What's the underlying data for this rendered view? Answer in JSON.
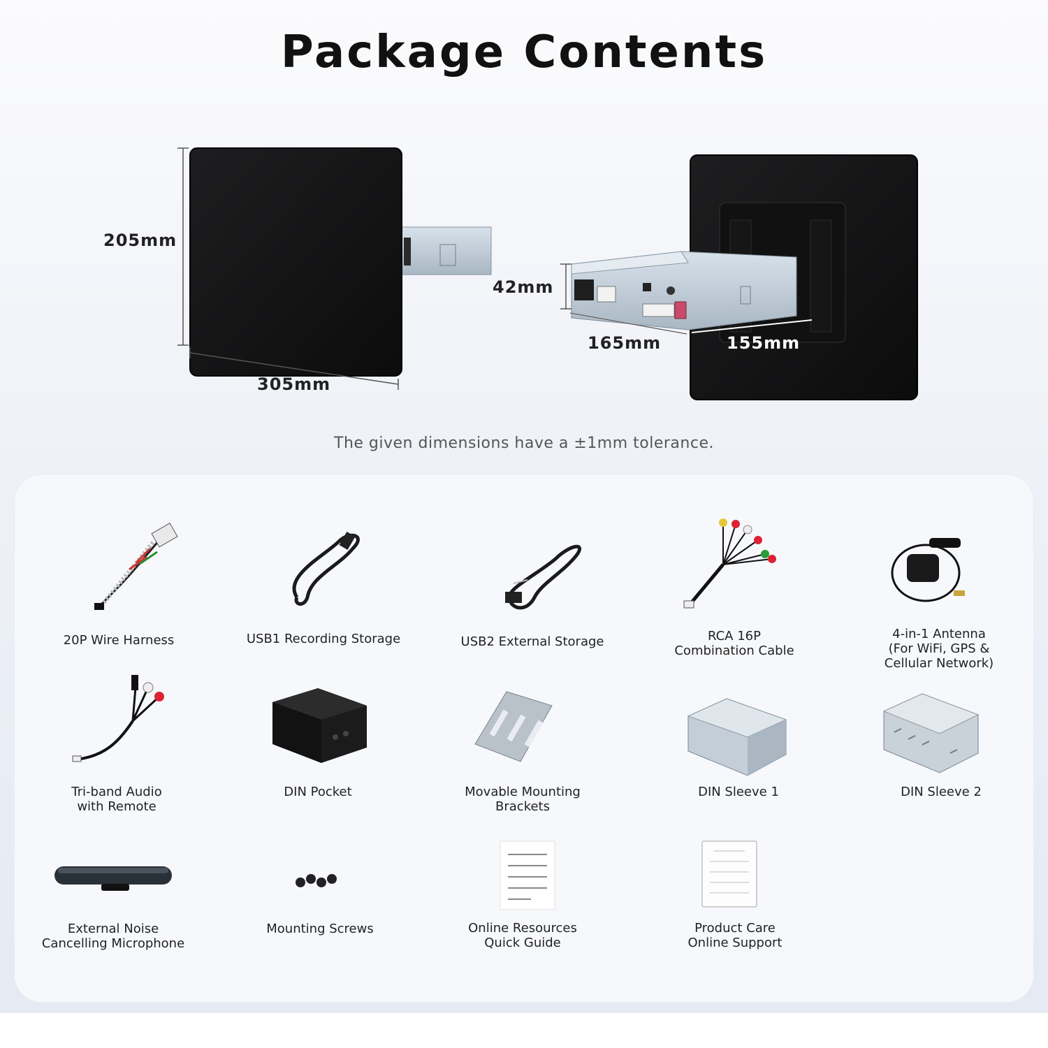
{
  "title": "Package Contents",
  "dimensions": {
    "height": "205mm",
    "width": "305mm",
    "depth_total": "165mm",
    "depth_chassis": "155mm",
    "chassis_height": "42mm"
  },
  "tolerance_note": "The given dimensions have a ±1mm tolerance.",
  "items": [
    {
      "label": "20P Wire Harness",
      "icon": "wire-harness"
    },
    {
      "label": "USB1 Recording Storage",
      "icon": "usb-cable"
    },
    {
      "label": "USB2 External Storage",
      "icon": "usb-cable"
    },
    {
      "label": "RCA 16P Combination Cable",
      "lines": [
        "RCA 16P",
        "Combination Cable"
      ],
      "icon": "rca-cable"
    },
    {
      "label": "4-in-1 Antenna (For WiFi, GPS & Cellular Network)",
      "lines": [
        "4-in-1 Antenna",
        "(For WiFi, GPS &",
        "Cellular Network)"
      ],
      "icon": "antenna"
    },
    {
      "label": "Tri-band Audio with Remote",
      "lines": [
        "Tri-band Audio",
        "with Remote"
      ],
      "icon": "audio-cable"
    },
    {
      "label": "DIN Pocket",
      "icon": "din-pocket"
    },
    {
      "label": "Movable Mounting Brackets",
      "lines": [
        "Movable Mounting",
        "Brackets"
      ],
      "icon": "bracket"
    },
    {
      "label": "DIN Sleeve 1",
      "icon": "din-sleeve"
    },
    {
      "label": "DIN Sleeve 2",
      "icon": "din-sleeve"
    },
    {
      "label": "External Noise Cancelling Microphone",
      "lines": [
        "External Noise",
        "Cancelling Microphone"
      ],
      "icon": "microphone"
    },
    {
      "label": "Mounting Screws",
      "icon": "screws"
    },
    {
      "label": "Online Resources Quick Guide",
      "lines": [
        "Online Resources",
        "Quick Guide"
      ],
      "icon": "document"
    },
    {
      "label": "Product Care Online Support",
      "lines": [
        "Product Care",
        "Online Support"
      ],
      "icon": "document"
    }
  ]
}
